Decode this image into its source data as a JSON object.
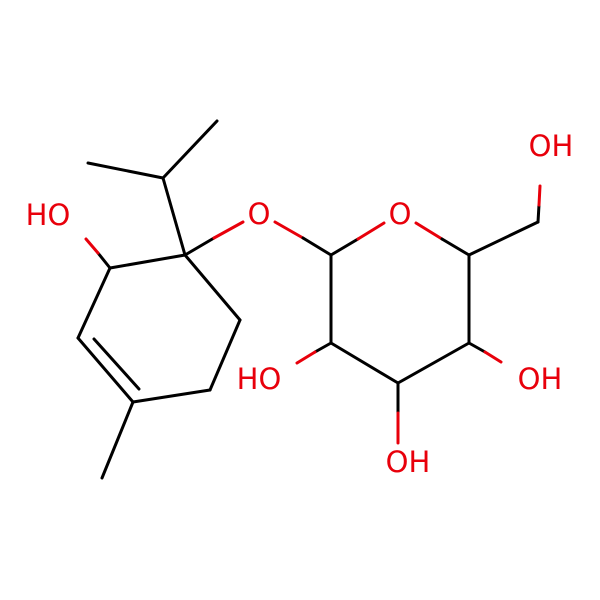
{
  "colors": {
    "bond": "#000000",
    "heteroatom_oxygen": "#e8000b",
    "background": "#ffffff"
  },
  "labels": {
    "hydroxyl_ring_left": "HO",
    "ether_oxygen": "O",
    "ring_oxygen": "O",
    "hydroxymethyl_oh": "OH",
    "c2_oh": "HO",
    "c3_oh": "OH",
    "c4_oh": "OH"
  }
}
